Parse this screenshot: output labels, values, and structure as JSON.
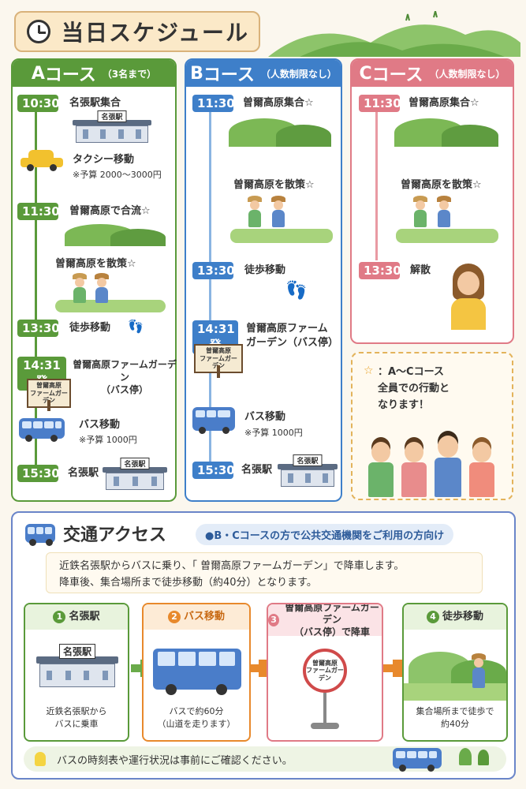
{
  "header": {
    "title": "当日スケジュール"
  },
  "courses": {
    "a": {
      "letter": "A",
      "name": "コース",
      "limit": "（3名まで）",
      "color": "#5a9a3a",
      "steps": [
        {
          "time": "10:30",
          "label": "名張駅集合",
          "station_sign": "名張駅"
        },
        {
          "label": "タクシー移動",
          "note": "※予算 2000〜3000円"
        },
        {
          "time": "11:30",
          "label": "曽爾高原で合流☆"
        },
        {
          "label": "曽爾高原を散策☆"
        },
        {
          "time": "13:30",
          "label": "徒歩移動"
        },
        {
          "time": "14:31発",
          "label": "曽爾高原ファームガーデン\n（バス停）",
          "sign": "曽爾高原\nファームガーデン"
        },
        {
          "label": "バス移動",
          "note": "※予算 1000円"
        },
        {
          "time": "15:30",
          "label": "名張駅",
          "station_sign": "名張駅"
        }
      ]
    },
    "b": {
      "letter": "B",
      "name": "コース",
      "limit": "（人数制限なし）",
      "color": "#3e7fc9",
      "steps": [
        {
          "time": "11:30",
          "label": "曽爾高原集合☆"
        },
        {
          "label": "曽爾高原を散策☆"
        },
        {
          "time": "13:30",
          "label": "徒歩移動"
        },
        {
          "time": "14:31発",
          "label": "曽爾高原ファーム\nガーデン（バス停）",
          "sign": "曽爾高原\nファームガーデン"
        },
        {
          "label": "バス移動",
          "note": "※予算 1000円"
        },
        {
          "time": "15:30",
          "label": "名張駅",
          "station_sign": "名張駅"
        }
      ]
    },
    "c": {
      "letter": "C",
      "name": "コース",
      "limit": "（人数制限なし）",
      "color": "#e07a86",
      "steps": [
        {
          "time": "11:30",
          "label": "曽爾高原集合☆"
        },
        {
          "label": "曽爾高原を散策☆"
        },
        {
          "time": "13:30",
          "label": "解散"
        }
      ]
    }
  },
  "note": {
    "star": "☆",
    "text": "：A〜Cコース\n全員での行動と\nなります！"
  },
  "access": {
    "title": "交通アクセス",
    "target": "●B・Cコースの方で公共交通機関をご利用の方向け",
    "desc_line1": "近鉄名張駅からバスに乗り、「 曽爾高原ファームガーデン」で降車します。",
    "desc_line2": "降車後、集合場所まで徒歩移動（約40分）となります。",
    "steps": [
      {
        "num": "1",
        "label": "名張駅",
        "caption": "近鉄名張駅から\nバスに乗車",
        "sign": "名張駅",
        "color": "#5a9a3a"
      },
      {
        "num": "2",
        "label": "バス移動",
        "caption": "バスで約60分\n（山道を走ります）",
        "color": "#e8892c"
      },
      {
        "num": "3",
        "label": "曽爾高原ファームガーデン\n（バス停）で降車",
        "caption": "",
        "sign": "曽爾高原\nファームガーデン",
        "color": "#e07a86"
      },
      {
        "num": "4",
        "label": "徒歩移動",
        "caption": "集合場所まで徒歩で\n約40分",
        "color": "#5a9a3a"
      }
    ],
    "footer": "バスの時刻表や運行状況は事前にご確認ください。"
  }
}
